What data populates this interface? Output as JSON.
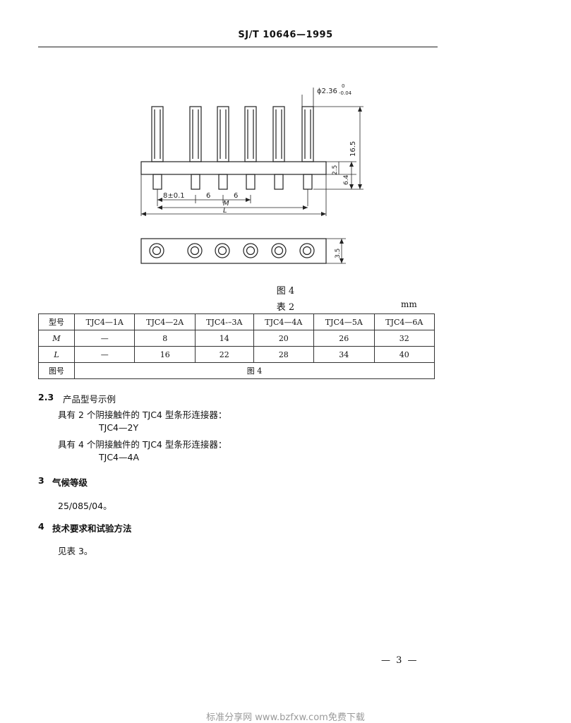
{
  "header": {
    "standard_no": "SJ/T 10646—1995"
  },
  "figure": {
    "caption": "图 4",
    "dimensions": {
      "pin_diameter": "ϕ2.36",
      "pin_tol_upper": "0",
      "pin_tol_lower": "-0.04",
      "height_total": "16.5",
      "height_base": "2.5",
      "height_lower": "6.4",
      "first_pitch": "8±0.1",
      "pitch": "6",
      "label_M": "M",
      "label_L": "L",
      "width": "3.5"
    }
  },
  "table": {
    "caption": "表 2",
    "unit": "mm",
    "header_label": "型号",
    "models": [
      "TJC4—1A",
      "TJC4—2A",
      "TJC4-–3A",
      "TJC4—4A",
      "TJC4—5A",
      "TJC4—6A"
    ],
    "rows": [
      {
        "label": "M",
        "values": [
          "—",
          "8",
          "14",
          "20",
          "26",
          "32"
        ]
      },
      {
        "label": "L",
        "values": [
          "—",
          "16",
          "22",
          "28",
          "34",
          "40"
        ]
      }
    ],
    "figure_row_label": "图号",
    "figure_ref": "图 4"
  },
  "section_2_3": {
    "number": "2.3",
    "title": "产品型号示例",
    "line1": "具有 2 个阴接触件的 TJC4 型条形连接器：",
    "example1": "TJC4—2Y",
    "line2": "具有 4 个阴接触件的 TJC4 型条形连接器：",
    "example2": "TJC4—4A"
  },
  "section_3": {
    "number": "3",
    "title": "气候等级",
    "text": "25/085/04。"
  },
  "section_4": {
    "number": "4",
    "title": "技术要求和试验方法",
    "text": "见表 3。"
  },
  "footer": {
    "page_number": "— 3 —",
    "watermark": "标准分享网 www.bzfxw.com免费下载"
  }
}
